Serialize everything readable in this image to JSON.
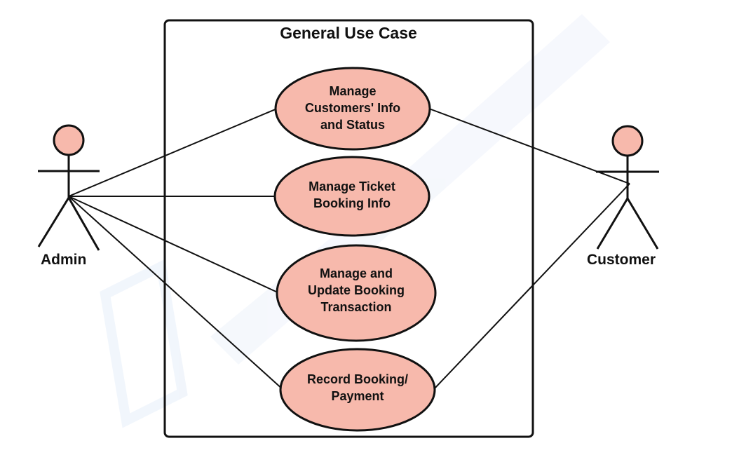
{
  "diagram": {
    "type": "use-case",
    "system_boundary": {
      "title": "General Use Case"
    },
    "actors": [
      {
        "id": "admin",
        "label": "Admin"
      },
      {
        "id": "customer",
        "label": "Customer"
      }
    ],
    "use_cases": [
      {
        "id": "uc1",
        "label": "Manage\nCustomers' Info\nand Status"
      },
      {
        "id": "uc2",
        "label": "Manage Ticket\nBooking Info"
      },
      {
        "id": "uc3",
        "label": "Manage and\nUpdate Booking\nTransaction"
      },
      {
        "id": "uc4",
        "label": "Record Booking/\nPayment"
      }
    ],
    "associations": [
      {
        "from": "admin",
        "to": "uc1"
      },
      {
        "from": "admin",
        "to": "uc2"
      },
      {
        "from": "admin",
        "to": "uc3"
      },
      {
        "from": "admin",
        "to": "uc4"
      },
      {
        "from": "customer",
        "to": "uc1"
      },
      {
        "from": "customer",
        "to": "uc4"
      }
    ],
    "colors": {
      "use_case_fill": "#f7b9ac",
      "actor_head_fill": "#f7b9ac",
      "stroke": "#111111",
      "watermark": "#e6eef9"
    }
  }
}
